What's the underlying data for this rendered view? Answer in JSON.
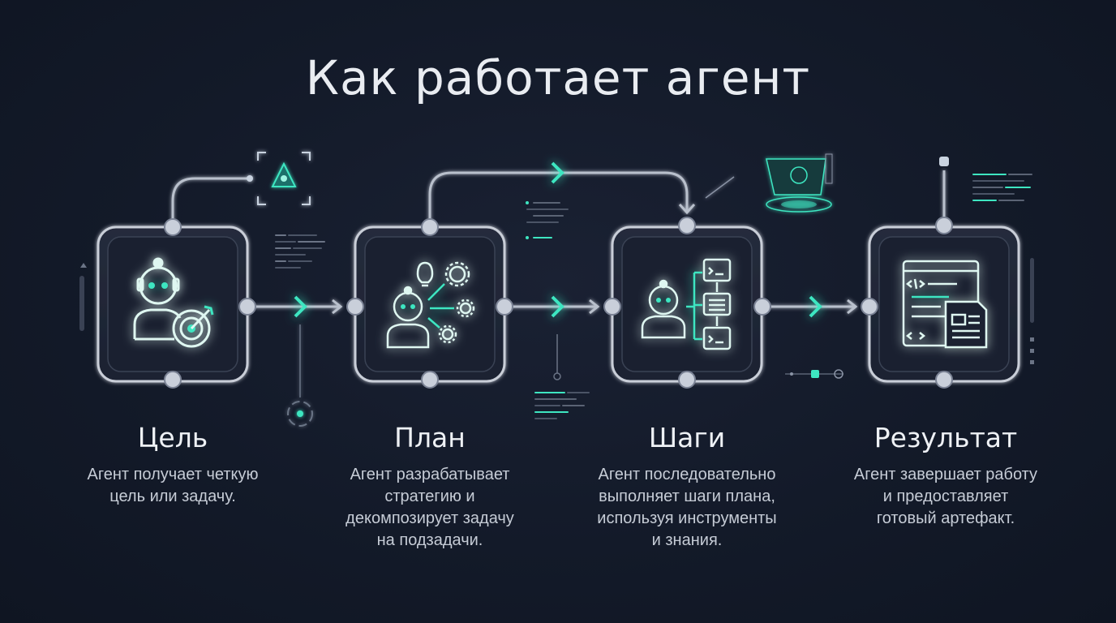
{
  "title": "Как работает агент",
  "accent_color": "#3ee6c1",
  "steps": [
    {
      "title": "Цель",
      "icon": "robot-target-icon",
      "description": [
        "Агент получает четкую",
        "цель или задачу."
      ]
    },
    {
      "title": "План",
      "icon": "robot-ideas-gears-icon",
      "description": [
        "Агент разрабатывает",
        "стратегию и",
        "декомпозирует задачу",
        "на подзадачи."
      ]
    },
    {
      "title": "Шаги",
      "icon": "robot-steps-icon",
      "description": [
        "Агент последовательно",
        "выполняет шаги плана,",
        "используя инструменты",
        "и знания."
      ]
    },
    {
      "title": "Результат",
      "icon": "code-document-icon",
      "description": [
        "Агент завершает работу",
        "и предоставляет",
        "готовый артефакт."
      ]
    }
  ]
}
